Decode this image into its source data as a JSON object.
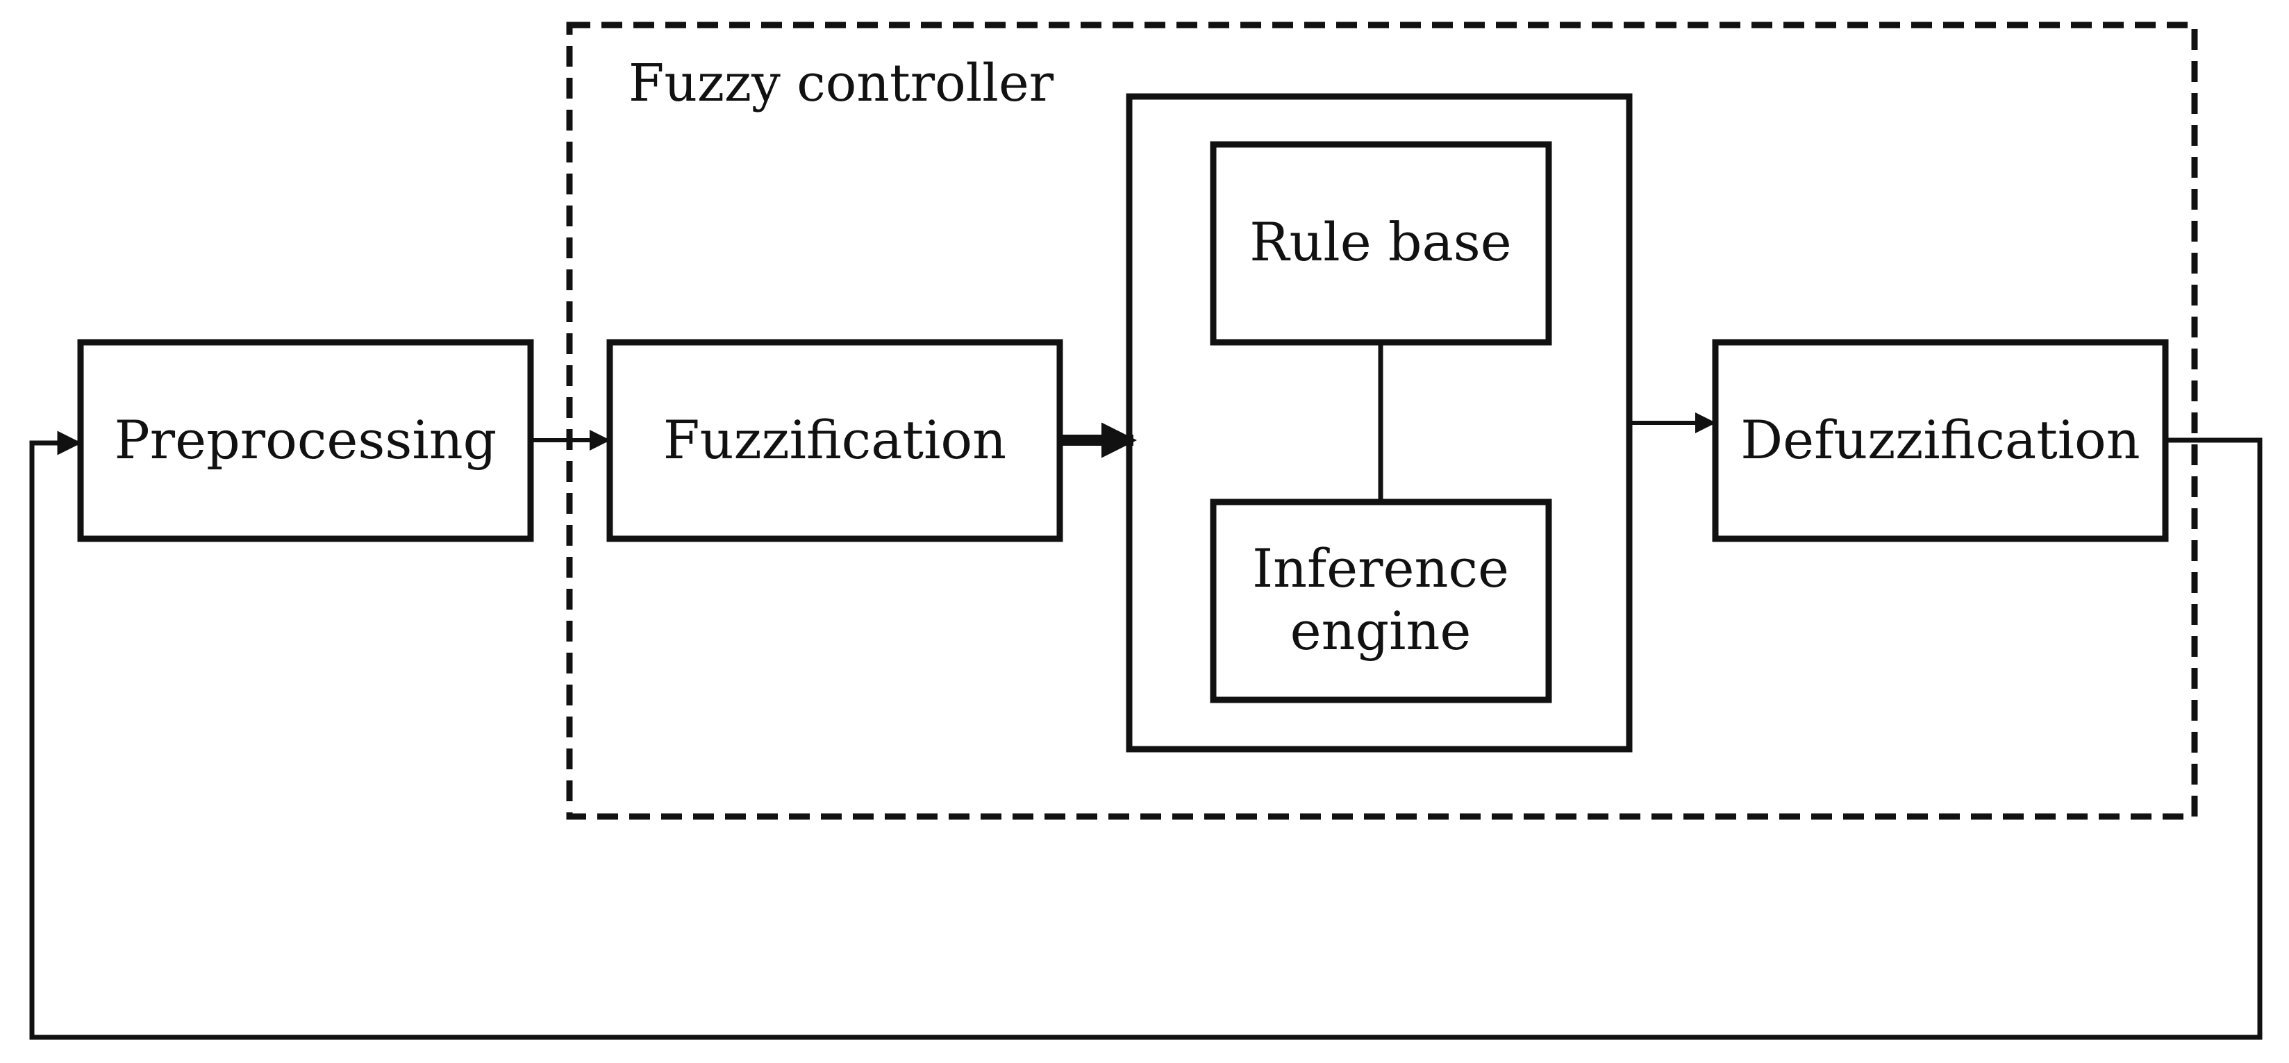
{
  "controller": {
    "title": "Fuzzy controller"
  },
  "blocks": {
    "preprocessing": "Preprocessing",
    "fuzzification": "Fuzzification",
    "rule_base": "Rule base",
    "inference_engine_line1": "Inference",
    "inference_engine_line2": "engine",
    "defuzzification": "Defuzzification"
  },
  "colors": {
    "stroke": "#111111",
    "background": "#ffffff"
  }
}
